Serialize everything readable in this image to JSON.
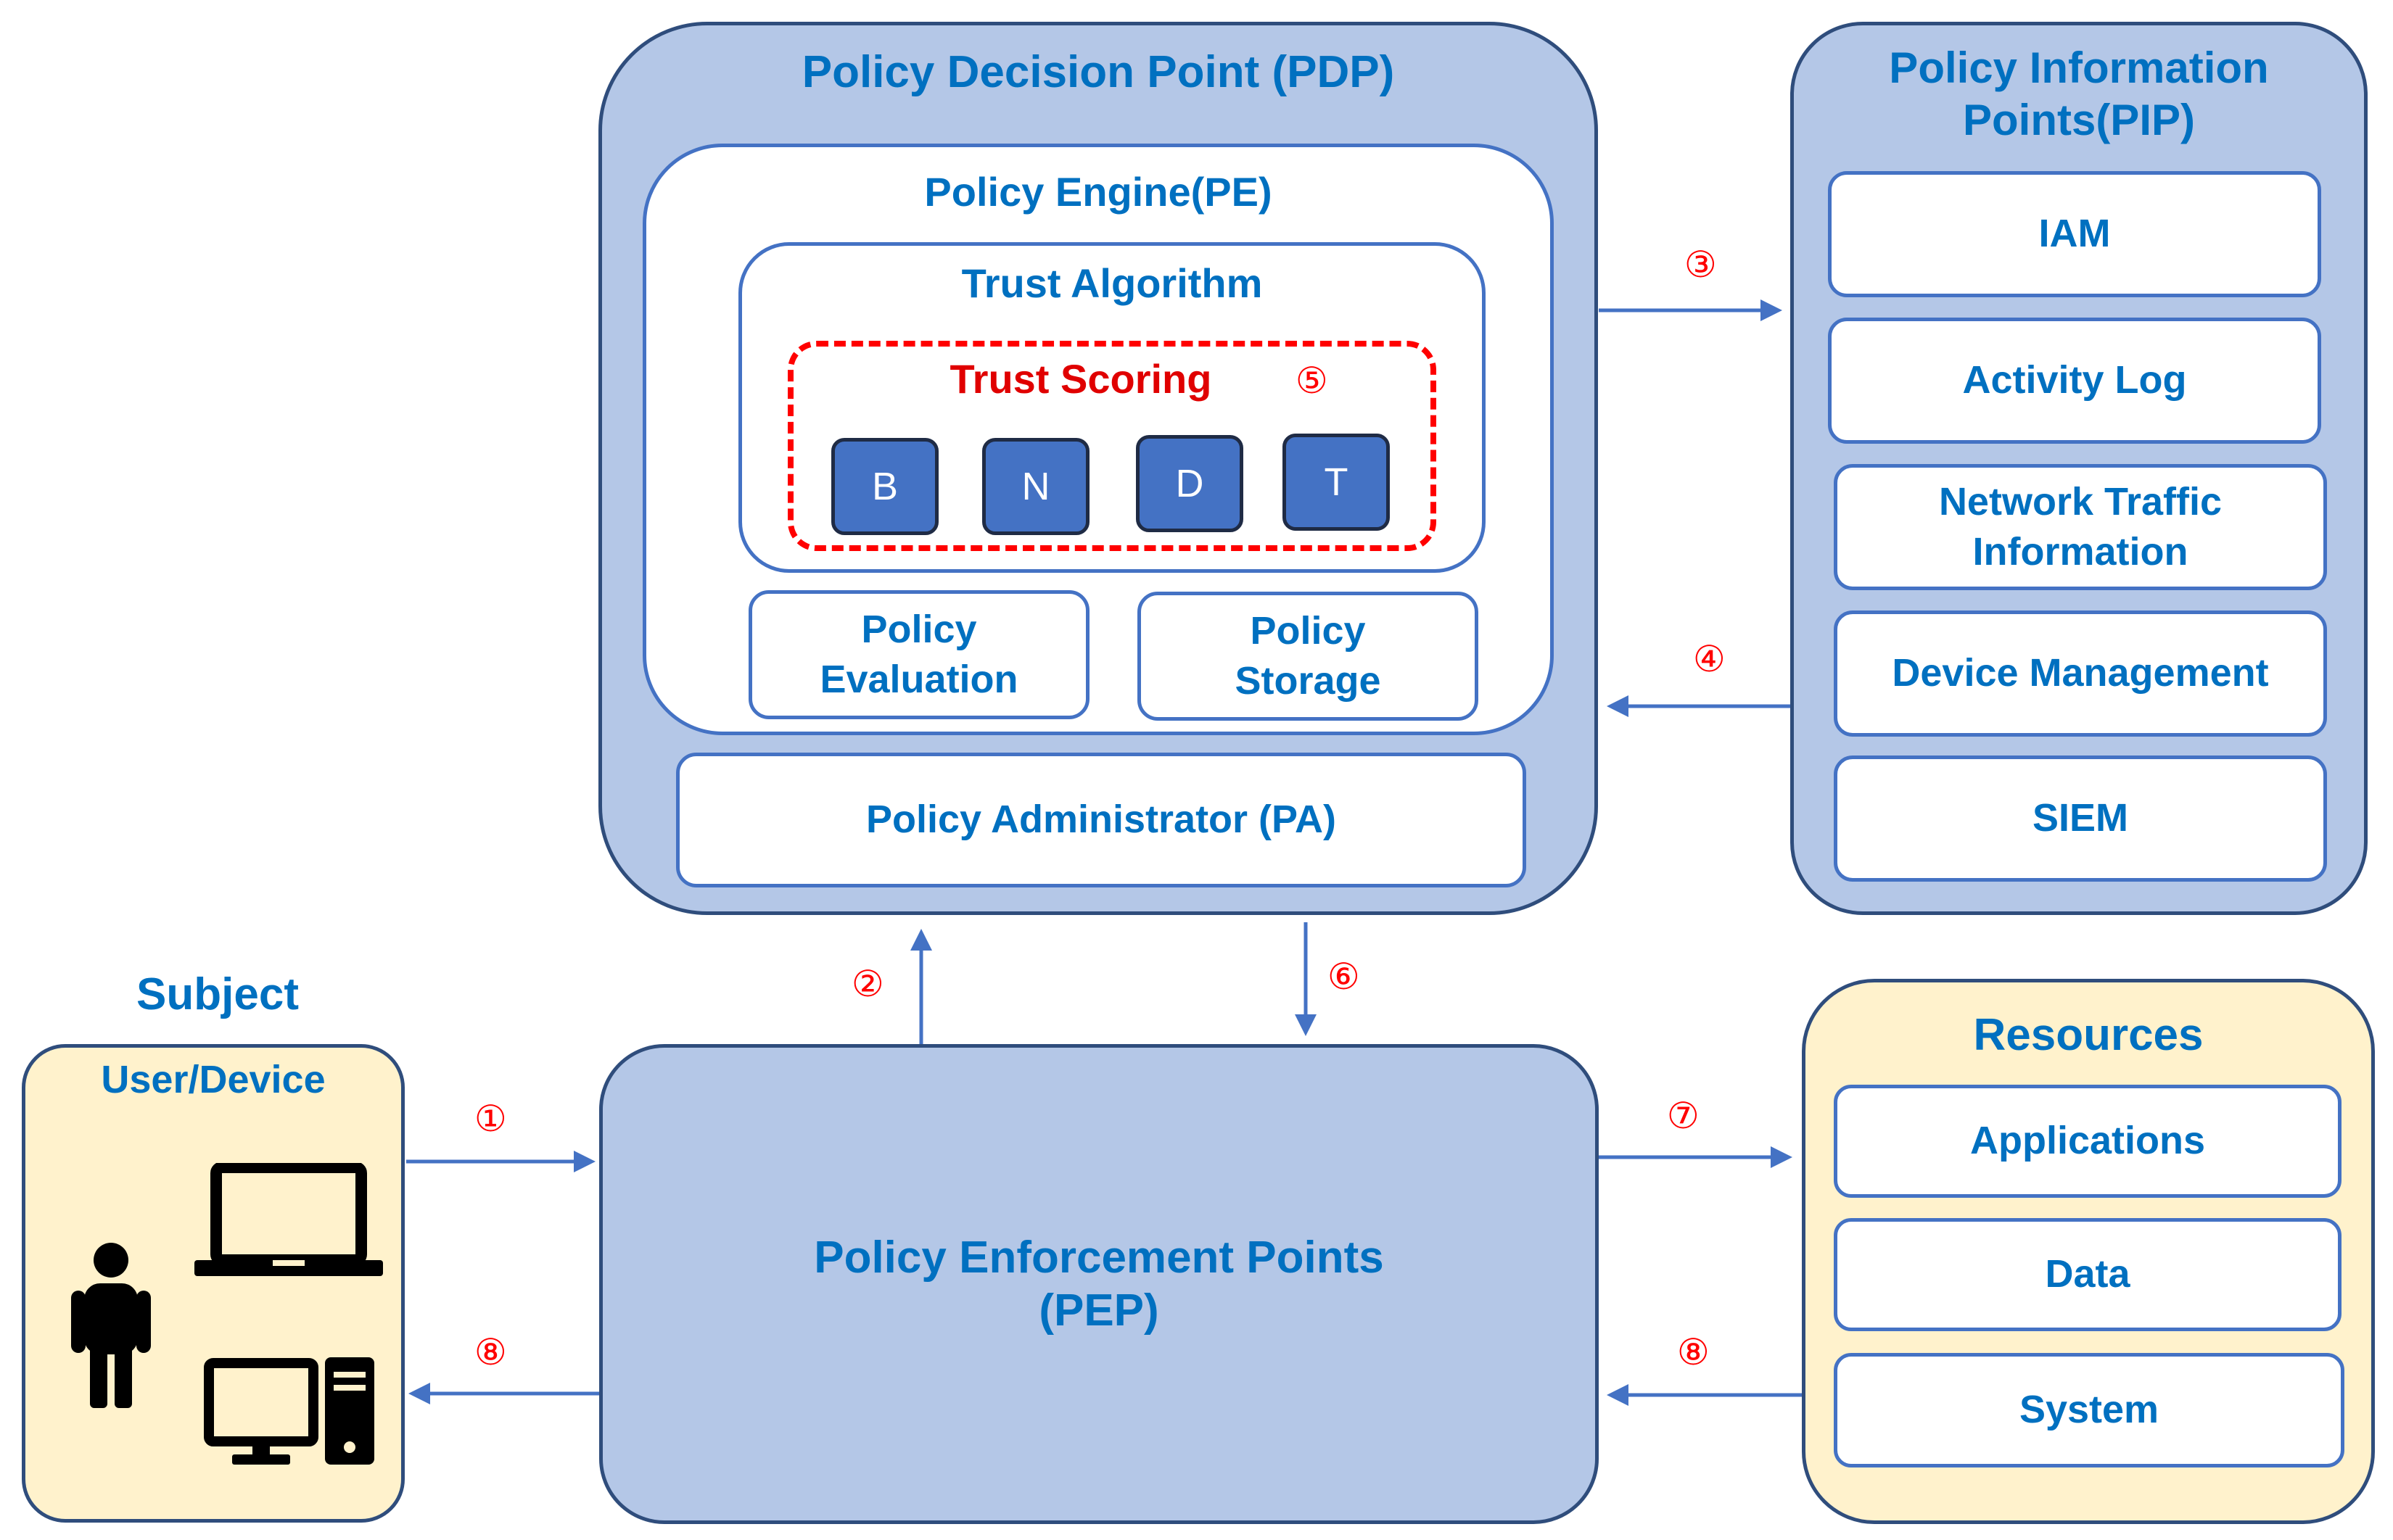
{
  "pdp": {
    "title": "Policy Decision Point (PDP)",
    "policy_engine": {
      "title": "Policy Engine(PE)",
      "trust_algorithm": {
        "title": "Trust Algorithm",
        "trust_scoring": {
          "title": "Trust Scoring",
          "step": "⑤",
          "factors": [
            "B",
            "N",
            "D",
            "T"
          ]
        }
      },
      "policy_evaluation": "Policy\nEvaluation",
      "policy_storage": "Policy\nStorage"
    },
    "policy_administrator": "Policy Administrator (PA)"
  },
  "pip": {
    "title": "Policy Information\nPoints(PIP)",
    "items": [
      "IAM",
      "Activity Log",
      "Network Traffic\nInformation",
      "Device Management",
      "SIEM"
    ]
  },
  "subject": {
    "title": "Subject",
    "panel_title": "User/Device",
    "icons": [
      "person-icon",
      "laptop-icon",
      "desktop-computer-icon"
    ]
  },
  "pep": {
    "title": "Policy Enforcement Points\n(PEP)"
  },
  "resources": {
    "title": "Resources",
    "items": [
      "Applications",
      "Data",
      "System"
    ]
  },
  "steps": {
    "s1": "①",
    "s2": "②",
    "s3": "③",
    "s4": "④",
    "s6": "⑥",
    "s7": "⑦",
    "s8_subject": "⑧",
    "s8_resources": "⑧"
  },
  "colors": {
    "panel_blue": "#b4c7e7",
    "panel_yellow": "#fff2cc",
    "text_blue": "#0070c0",
    "accent_blue": "#4472c4",
    "step_red": "#ff0000",
    "dashed_red": "#ff0000"
  }
}
